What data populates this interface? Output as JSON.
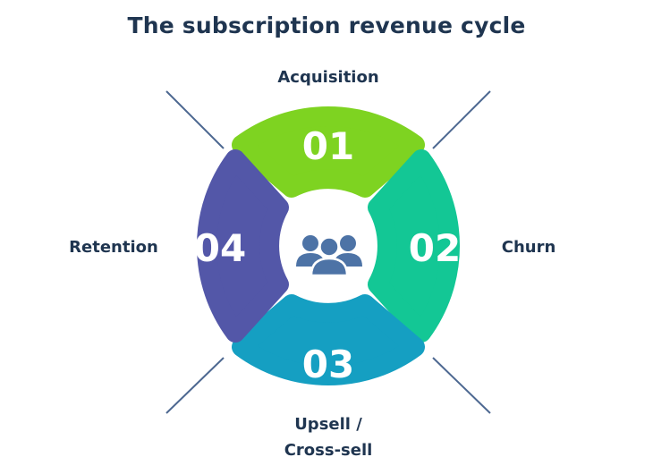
{
  "title": "The subscription revenue cycle",
  "colors": {
    "title": "#1f3550",
    "acquisition": "#7ed321",
    "churn": "#13c795",
    "upsell": "#159fc2",
    "retention": "#5357a8",
    "icon": "#4d73a6",
    "diagonal_lines": "#4d6891"
  },
  "center_icon": "users-group-icon",
  "segments": [
    {
      "number": "01",
      "label": "Acquisition"
    },
    {
      "number": "02",
      "label": "Churn"
    },
    {
      "number": "03",
      "label_line1": "Upsell /",
      "label_line2": "Cross-sell"
    },
    {
      "number": "04",
      "label": "Retention"
    }
  ]
}
